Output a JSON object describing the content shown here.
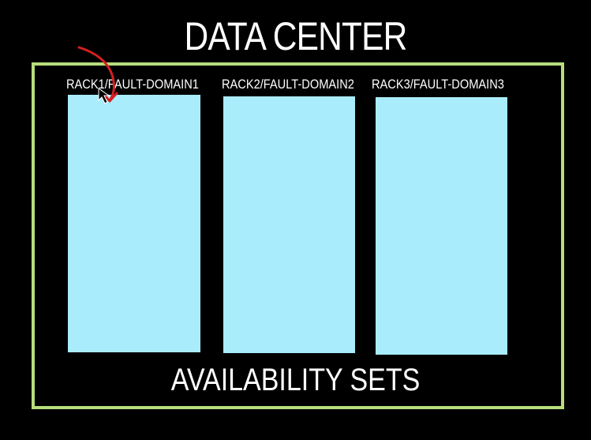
{
  "title": "DATA CENTER",
  "footer": "AVAILABILITY SETS",
  "racks": [
    {
      "label": "RACK1/FAULT-DOMAIN1"
    },
    {
      "label": "RACK2/FAULT-DOMAIN2"
    },
    {
      "label": "RACK3/FAULT-DOMAIN3"
    }
  ],
  "colors": {
    "background": "#000000",
    "frame": "#b7dd7c",
    "rack": "#a9ecfc",
    "text": "#ffffff",
    "annotation_arrow": "#d42020"
  },
  "icons": {
    "annotation": "red-arrow-icon",
    "cursor": "mouse-pointer-icon"
  }
}
